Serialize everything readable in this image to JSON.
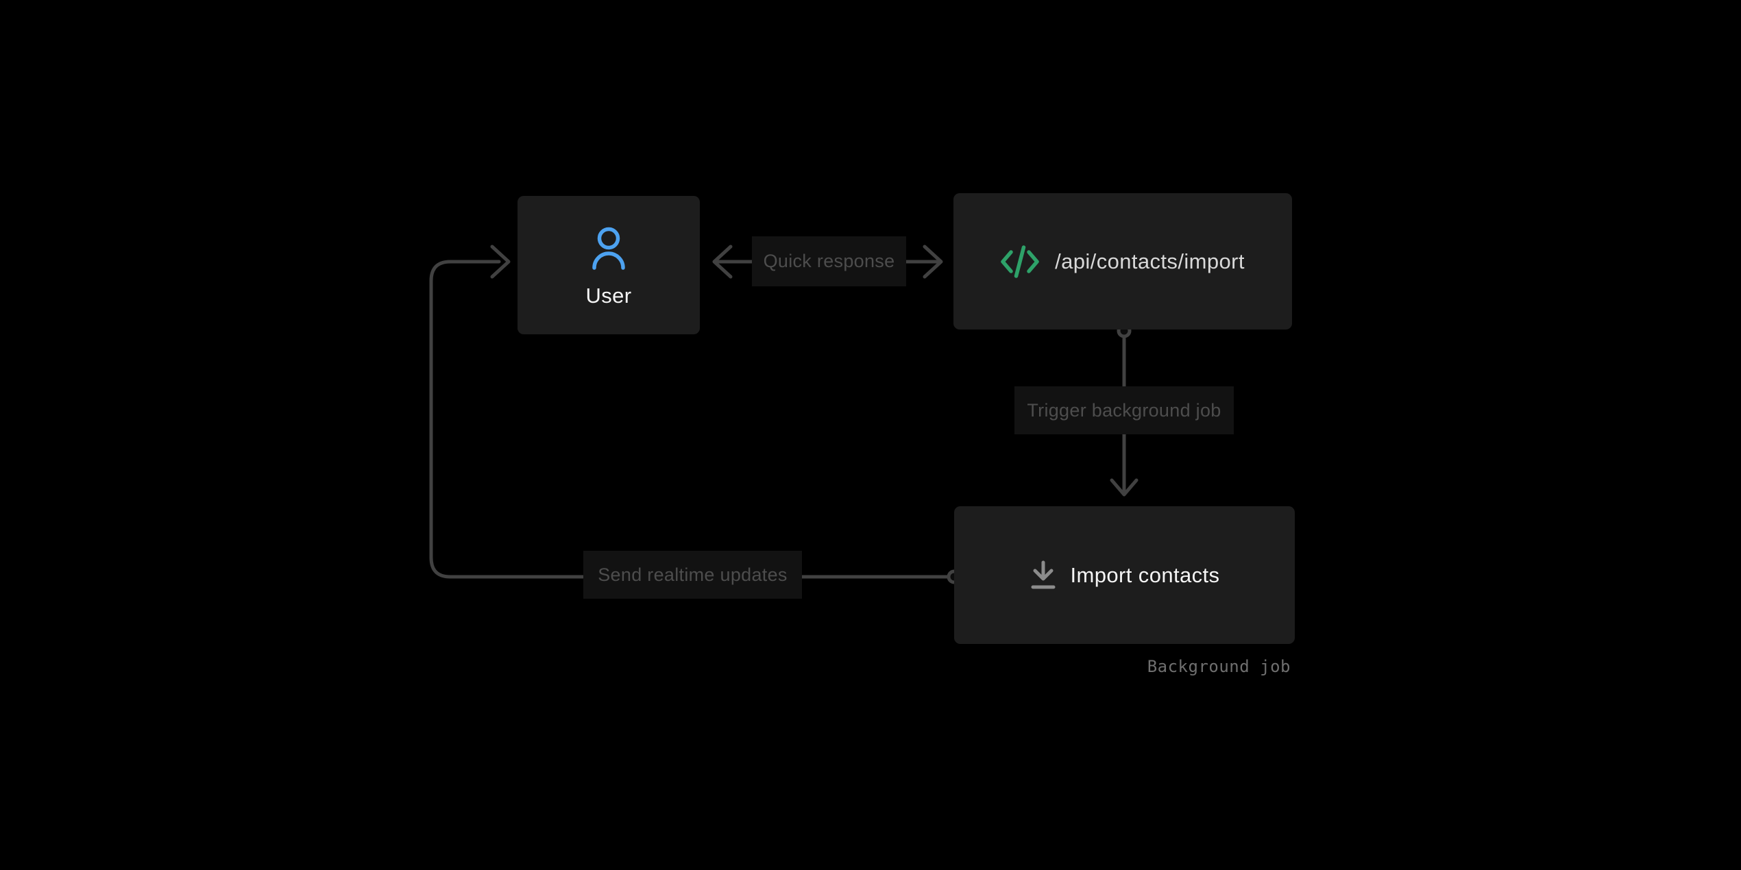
{
  "diagram": {
    "background_color": "#000000",
    "node_bg_color": "#1d1d1d",
    "edge_label_bg_color": "#121212",
    "edge_label_text_color": "#4d4d4d",
    "line_color": "#414141",
    "caption_text_color": "#6f6f6f",
    "nodes": {
      "user": {
        "label": "User",
        "icon": "user-icon",
        "icon_color": "#4da2f0",
        "text_color": "#f5f5f5"
      },
      "api": {
        "label": "/api/contacts/import",
        "icon": "code-icon",
        "icon_color": "#2ea269",
        "text_color": "#d9d9d9"
      },
      "import_job": {
        "label": "Import contacts",
        "icon": "download-icon",
        "icon_color": "#8c8c8c",
        "text_color": "#f5f5f5",
        "caption": "Background job"
      }
    },
    "edges": {
      "quick_response": {
        "label": "Quick response",
        "from": "api",
        "to": "user",
        "style": "double-headed-arrow"
      },
      "trigger": {
        "label": "Trigger background job",
        "from": "api",
        "to": "import_job",
        "style": "arrow-down-from-dot"
      },
      "send_updates": {
        "label": "Send realtime updates",
        "from": "import_job",
        "to": "user",
        "style": "orthogonal-arrow-from-dot"
      }
    }
  }
}
